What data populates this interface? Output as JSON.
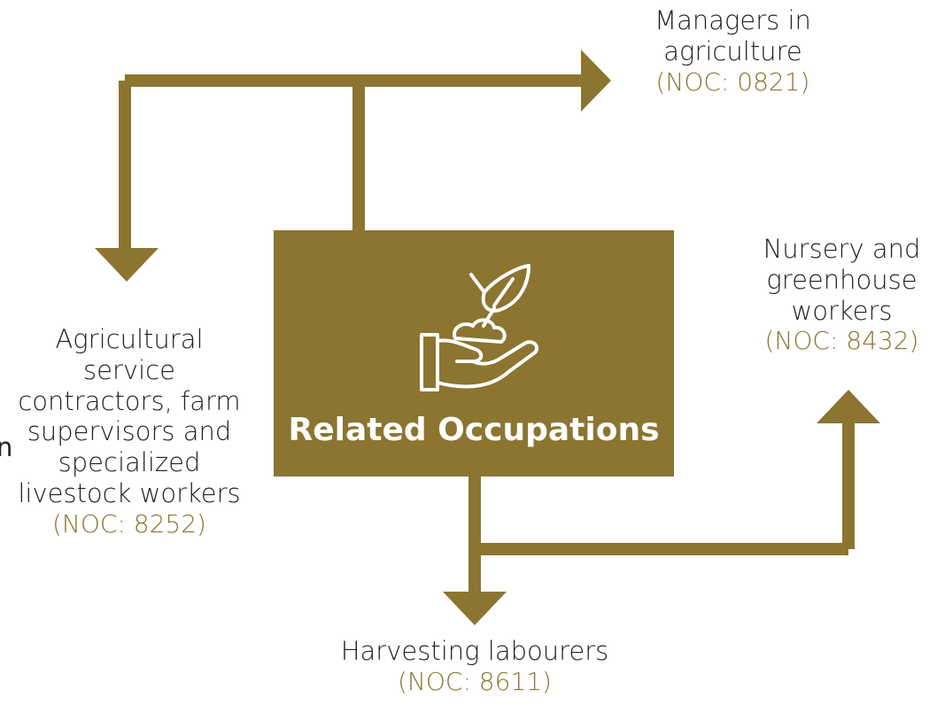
{
  "center": {
    "title": "Related Occupations",
    "icon": "plant-in-hand-icon"
  },
  "colors": {
    "accent": "#8B7530",
    "text": "#222222",
    "box_text": "#ffffff"
  },
  "occupations": {
    "managers": {
      "name": "Managers in agriculture",
      "code": "(NOC: 0821)"
    },
    "nursery": {
      "name": "Nursery and greenhouse workers",
      "code": "(NOC: 8432)"
    },
    "agricultural": {
      "name": "Agricultural service contractors, farm supervisors and specialized livestock workers",
      "code": "(NOC: 8252)"
    },
    "harvesting": {
      "name": "Harvesting labourers",
      "code": "(NOC: 8611)"
    }
  },
  "stray_text": "n"
}
